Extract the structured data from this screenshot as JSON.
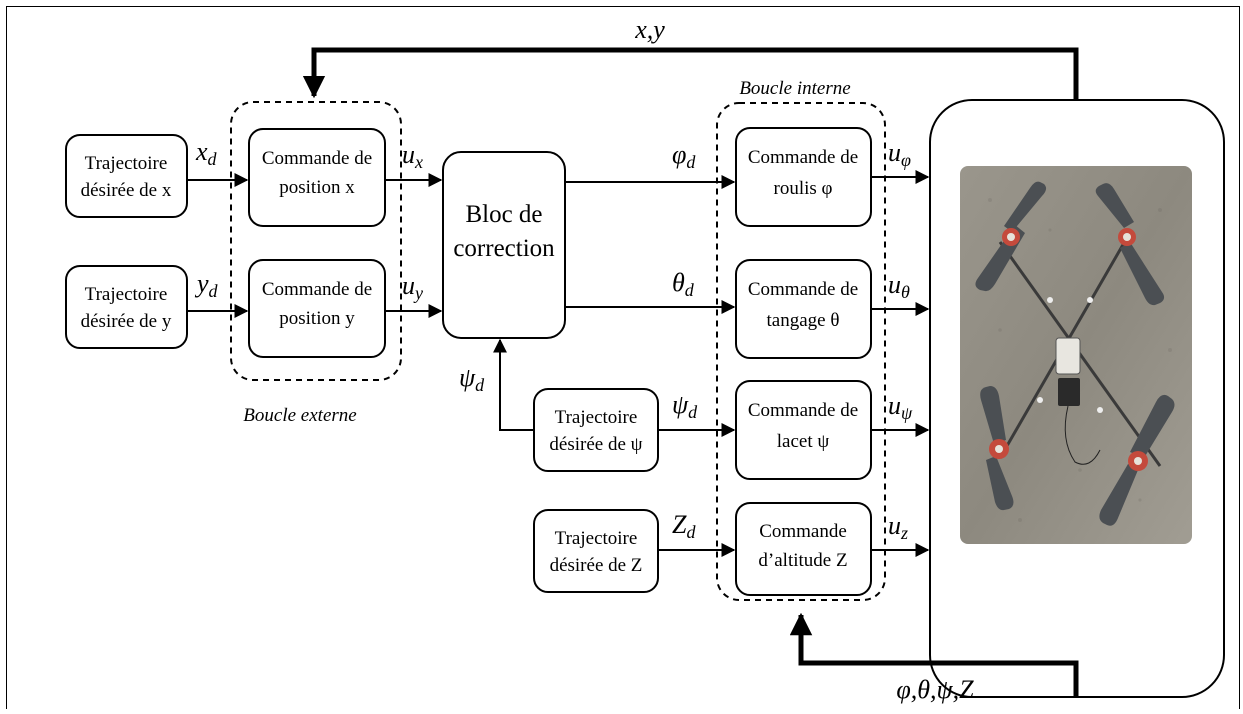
{
  "feedback": {
    "outer_signal": "x,y",
    "inner_signal": "φ,θ,ψ,Z"
  },
  "loops": {
    "outer": "Boucle externe",
    "inner": "Boucle interne"
  },
  "trajectories": {
    "x": {
      "line1": "Trajectoire",
      "line2": "désirée de x"
    },
    "y": {
      "line1": "Trajectoire",
      "line2": "désirée de y"
    },
    "psi": {
      "line1": "Trajectoire",
      "line2": "désirée de ψ"
    },
    "z": {
      "line1": "Trajectoire",
      "line2": "désirée de Z"
    }
  },
  "position_controllers": {
    "x": {
      "line1": "Commande de",
      "line2": "position x"
    },
    "y": {
      "line1": "Commande de",
      "line2": "position y"
    }
  },
  "correction_block": {
    "line1": "Bloc de",
    "line2": "correction"
  },
  "attitude_controllers": {
    "roll": {
      "line1": "Commande de",
      "line2": "roulis φ"
    },
    "pitch": {
      "line1": "Commande de",
      "line2": "tangage θ"
    },
    "yaw": {
      "line1": "Commande de",
      "line2": "lacet ψ"
    },
    "altitude": {
      "line1": "Commande",
      "line2": "d’altitude Z"
    }
  },
  "signals": {
    "xd": {
      "base": "x",
      "sub": "d"
    },
    "yd": {
      "base": "y",
      "sub": "d"
    },
    "ux": {
      "base": "u",
      "sub": "x"
    },
    "uy": {
      "base": "u",
      "sub": "y"
    },
    "phid": {
      "base": "φ",
      "sub": "d"
    },
    "thetad": {
      "base": "θ",
      "sub": "d"
    },
    "psid_left": {
      "base": "ψ",
      "sub": "d"
    },
    "psid_right": {
      "base": "ψ",
      "sub": "d"
    },
    "zd": {
      "base": "Z",
      "sub": "d"
    },
    "uphi": {
      "base": "u",
      "sub": "φ"
    },
    "utheta": {
      "base": "u",
      "sub": "θ"
    },
    "upsi": {
      "base": "u",
      "sub": "ψ"
    },
    "uz": {
      "base": "u",
      "sub": "z"
    }
  },
  "plant": {
    "image": "quadrotor-photo"
  }
}
